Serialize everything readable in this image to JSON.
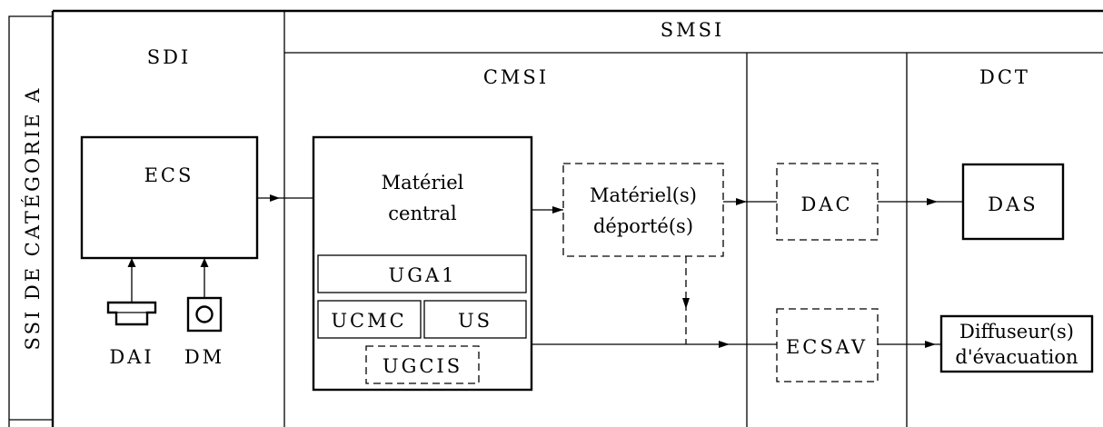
{
  "diagram": {
    "side_label": "SSI DE CATÉGORIE A",
    "columns": {
      "sdi": "SDI",
      "smsi": "SMSI",
      "cmsi": "CMSI",
      "dct": "DCT"
    },
    "nodes": {
      "ecs": "ECS",
      "materiel_central": [
        "Matériel",
        "central"
      ],
      "uga1": "UGA1",
      "ucmc": "UCMC",
      "us": "US",
      "ugcis": "UGCIS",
      "materiel_deporte": [
        "Matériel(s)",
        "déporté(s)"
      ],
      "dac": "DAC",
      "das": "DAS",
      "ecsav": "ECSAV",
      "diffuseur": [
        "Diffuseur(s)",
        "d'évacuation"
      ],
      "dai": "DAI",
      "dm": "DM"
    },
    "icons": {
      "dai": "smoke-detector-icon",
      "dm": "manual-call-point-icon"
    }
  }
}
